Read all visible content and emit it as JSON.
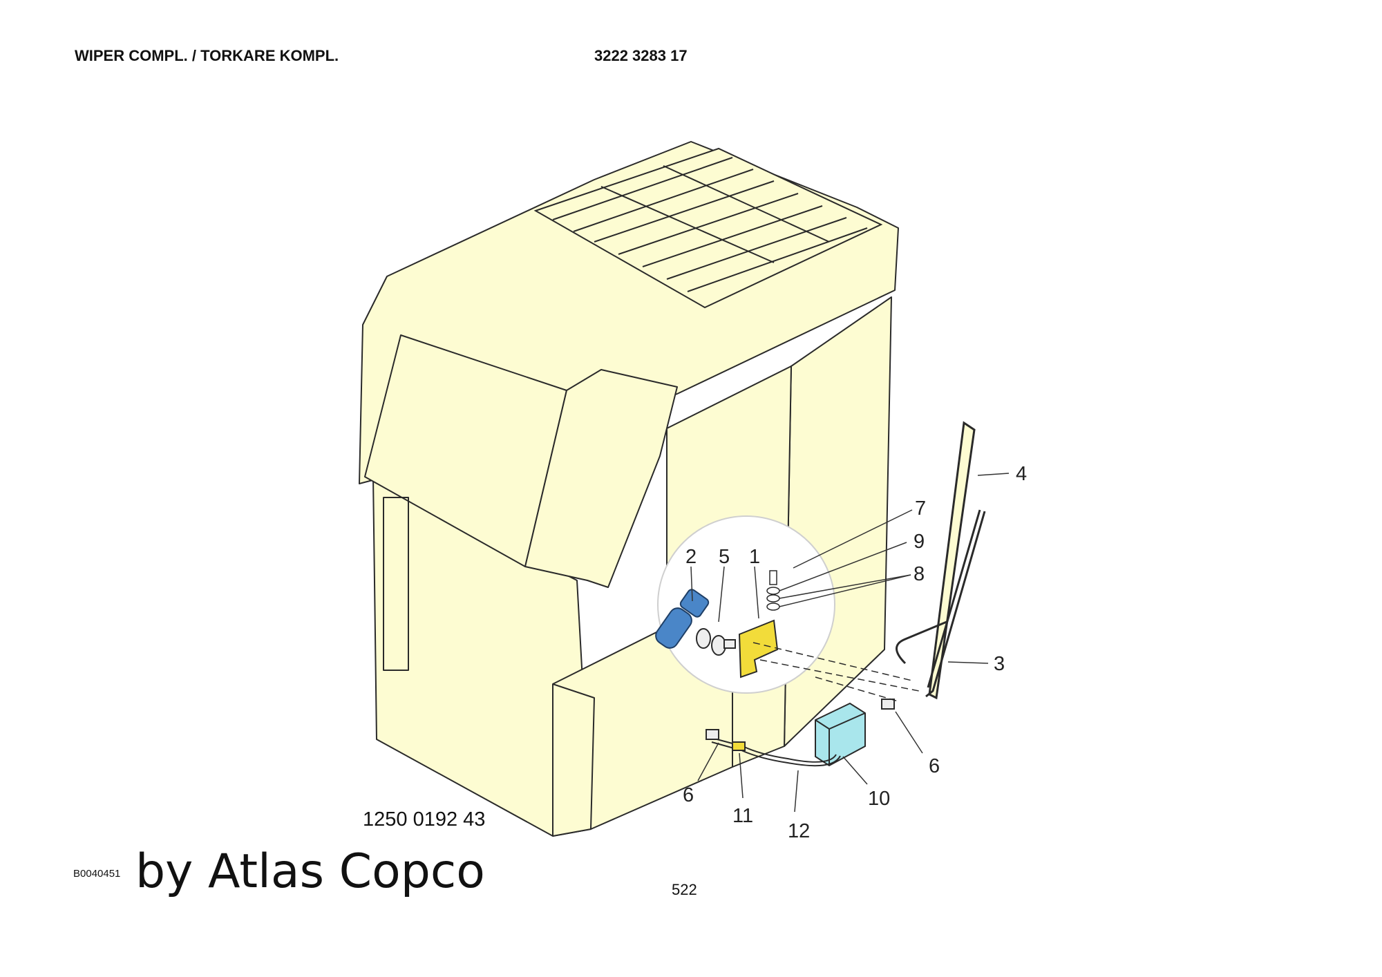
{
  "header": {
    "title": "WIPER COMPL. / TORKARE KOMPL.",
    "part_number": "3222 3283 17"
  },
  "diagram": {
    "callouts": [
      {
        "id": "c1",
        "label": "1"
      },
      {
        "id": "c2",
        "label": "2"
      },
      {
        "id": "c3",
        "label": "3"
      },
      {
        "id": "c4",
        "label": "4"
      },
      {
        "id": "c5",
        "label": "5"
      },
      {
        "id": "c6a",
        "label": "6"
      },
      {
        "id": "c6b",
        "label": "6"
      },
      {
        "id": "c7",
        "label": "7"
      },
      {
        "id": "c8",
        "label": "8"
      },
      {
        "id": "c9",
        "label": "9"
      },
      {
        "id": "c10",
        "label": "10"
      },
      {
        "id": "c11",
        "label": "11"
      },
      {
        "id": "c12",
        "label": "12"
      }
    ],
    "colors": {
      "cabin": "#fdfcd2",
      "outline": "#2a2a2a",
      "motor": "#4a86c8",
      "bracket": "#f2dc3a",
      "reservoir": "#a9e6ec"
    }
  },
  "footer": {
    "reference_number": "1250 0192 43",
    "image_id": "B0040451",
    "brand": "by Atlas Copco",
    "page_number": "522"
  }
}
